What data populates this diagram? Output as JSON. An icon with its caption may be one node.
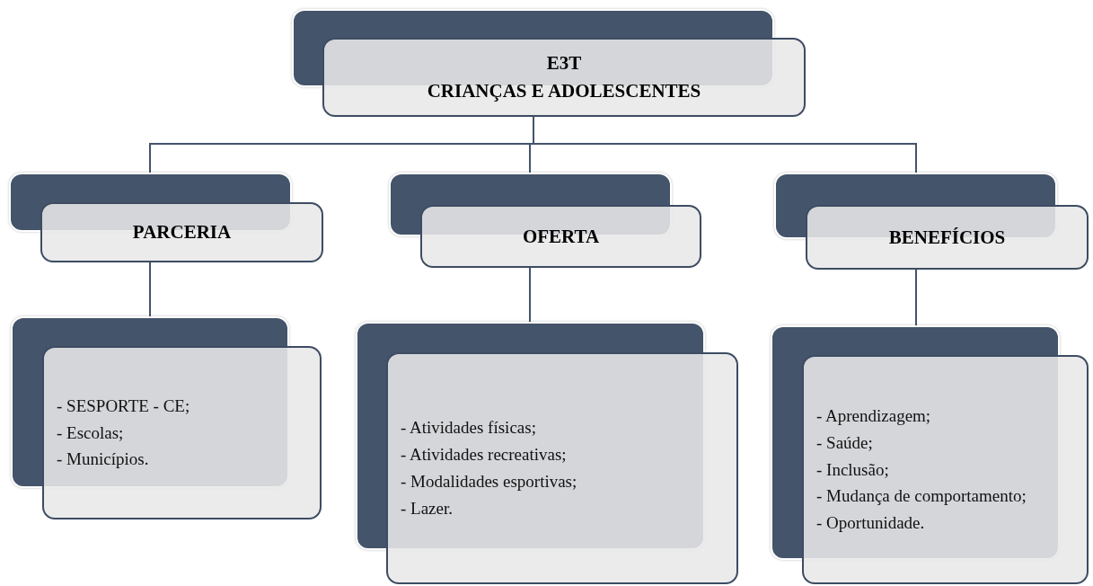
{
  "diagram": {
    "nodes": [
      {
        "text": [
          "E3T",
          "CRIANÇAS E ADOLESCENTES"
        ]
      },
      {
        "text": [
          "PARCERIA"
        ]
      },
      {
        "text": [
          "OFERTA"
        ]
      },
      {
        "text": [
          "BENEFÍCIOS"
        ]
      },
      {
        "text": [
          "- SESPORTE - CE;",
          "- Escolas;",
          "- Municípios."
        ]
      },
      {
        "text": [
          "- Atividades físicas;",
          "- Atividades recreativas;",
          "- Modalidades esportivas;",
          "- Lazer."
        ]
      },
      {
        "text": [
          "- Aprendizagem;",
          "- Saúde;",
          "- Inclusão;",
          "- Mudança de comportamento;",
          "- Oportunidade."
        ]
      }
    ],
    "edges": [
      {
        "from": 0,
        "to": 1,
        "arrow": "none"
      },
      {
        "from": 0,
        "to": 2,
        "arrow": "none"
      },
      {
        "from": 0,
        "to": 3,
        "arrow": "none"
      },
      {
        "from": 1,
        "to": 4,
        "arrow": "none"
      },
      {
        "from": 2,
        "to": 5,
        "arrow": "none"
      },
      {
        "from": 3,
        "to": 6,
        "arrow": "none"
      }
    ]
  }
}
